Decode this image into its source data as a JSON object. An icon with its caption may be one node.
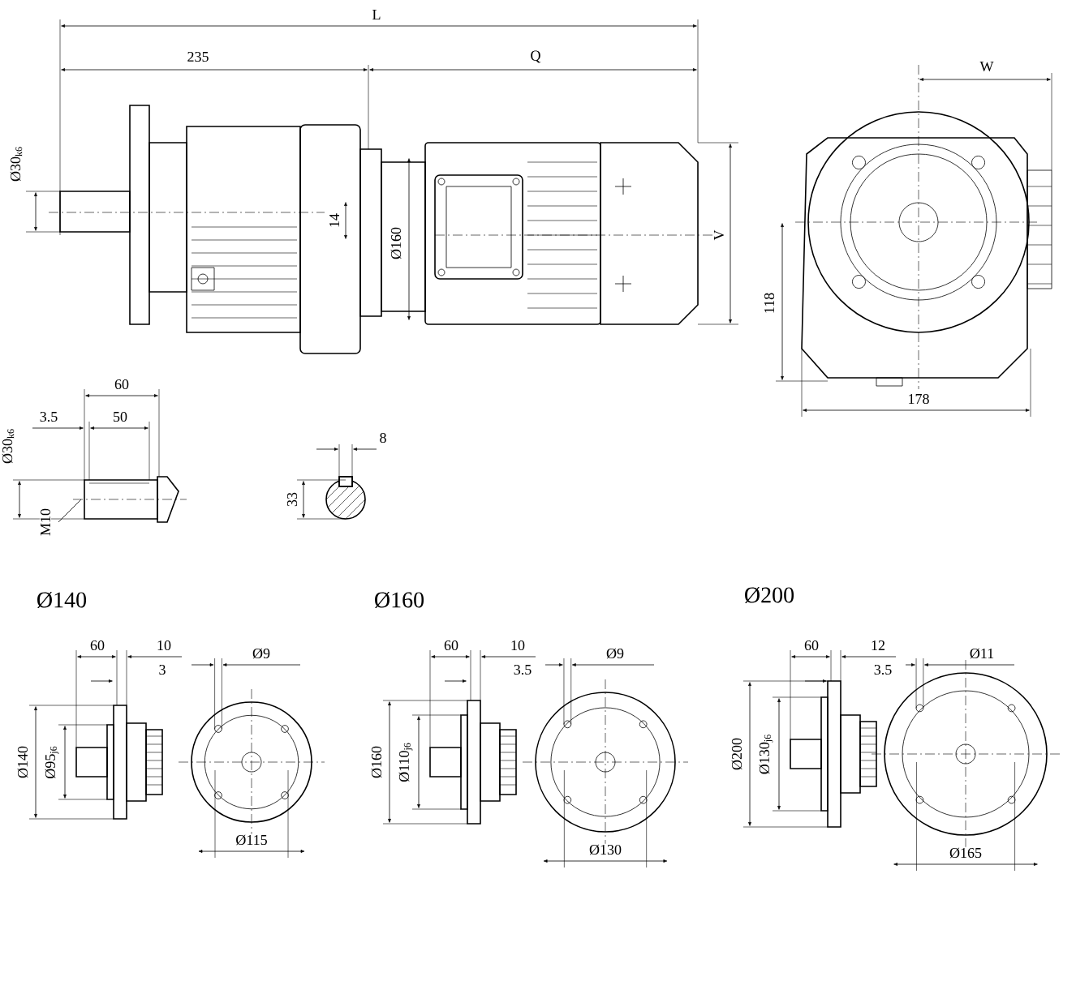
{
  "diagram": {
    "labels": [
      "L",
      "235",
      "Q",
      "W",
      "Ø30$_{k6}$",
      "14",
      "Ø160",
      "V",
      "118",
      "178",
      "60",
      "3.5",
      "50",
      "Ø30$_{k6}$",
      "8",
      "33",
      "M10",
      "Ø140",
      "Ø160",
      "Ø200",
      "60",
      "10",
      "3",
      "Ø9",
      "Ø140",
      "Ø95$_{j6}$",
      "Ø115",
      "60",
      "10",
      "3.5",
      "Ø9",
      "Ø160",
      "Ø110$_{j6}$",
      "Ø130",
      "60",
      "12",
      "3.5",
      "Ø11",
      "Ø200",
      "Ø130$_{j6}$",
      "Ø165"
    ]
  }
}
